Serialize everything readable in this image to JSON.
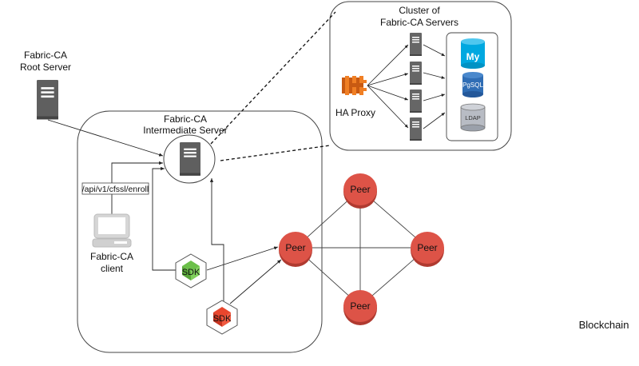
{
  "labels": {
    "root_server": [
      "Fabric-CA",
      "Root Server"
    ],
    "intermediate_server": [
      "Fabric-CA",
      "Intermediate Server"
    ],
    "cluster": [
      "Cluster of",
      "Fabric-CA Servers"
    ],
    "ha_proxy": "HA Proxy",
    "client": [
      "Fabric-CA",
      "client"
    ],
    "enroll_endpoint": "/api/v1/cfssl/enroll",
    "blockchain": "Blockchain"
  },
  "sdk_nodes": [
    {
      "label": "SDK",
      "color": "#6cc04a"
    },
    {
      "label": "SDK",
      "color": "#e8462d"
    }
  ],
  "peers": [
    {
      "label": "Peer"
    },
    {
      "label": "Peer"
    },
    {
      "label": "Peer"
    },
    {
      "label": "Peer"
    }
  ],
  "databases": [
    {
      "label": "My",
      "kind": "mysql",
      "color": "#00a8e0"
    },
    {
      "label": "PgSQL",
      "kind": "postgresql",
      "color": "#2f6db5"
    },
    {
      "label": "LDAP",
      "kind": "ldap",
      "color": "#b8bcc4"
    }
  ],
  "colors": {
    "peer": "#dd5347",
    "server": "#5f5f5f",
    "haproxy": "#f07f24"
  }
}
